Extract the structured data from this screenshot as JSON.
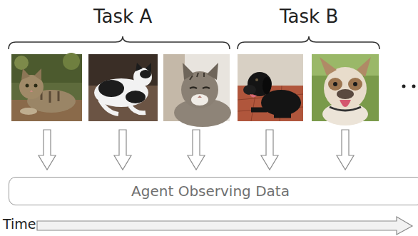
{
  "diagram": {
    "nodes": [
      {
        "text": [
          "Agent Observing Data"
        ]
      }
    ],
    "labels": [
      "Task A",
      "Task B",
      "Time"
    ]
  }
}
